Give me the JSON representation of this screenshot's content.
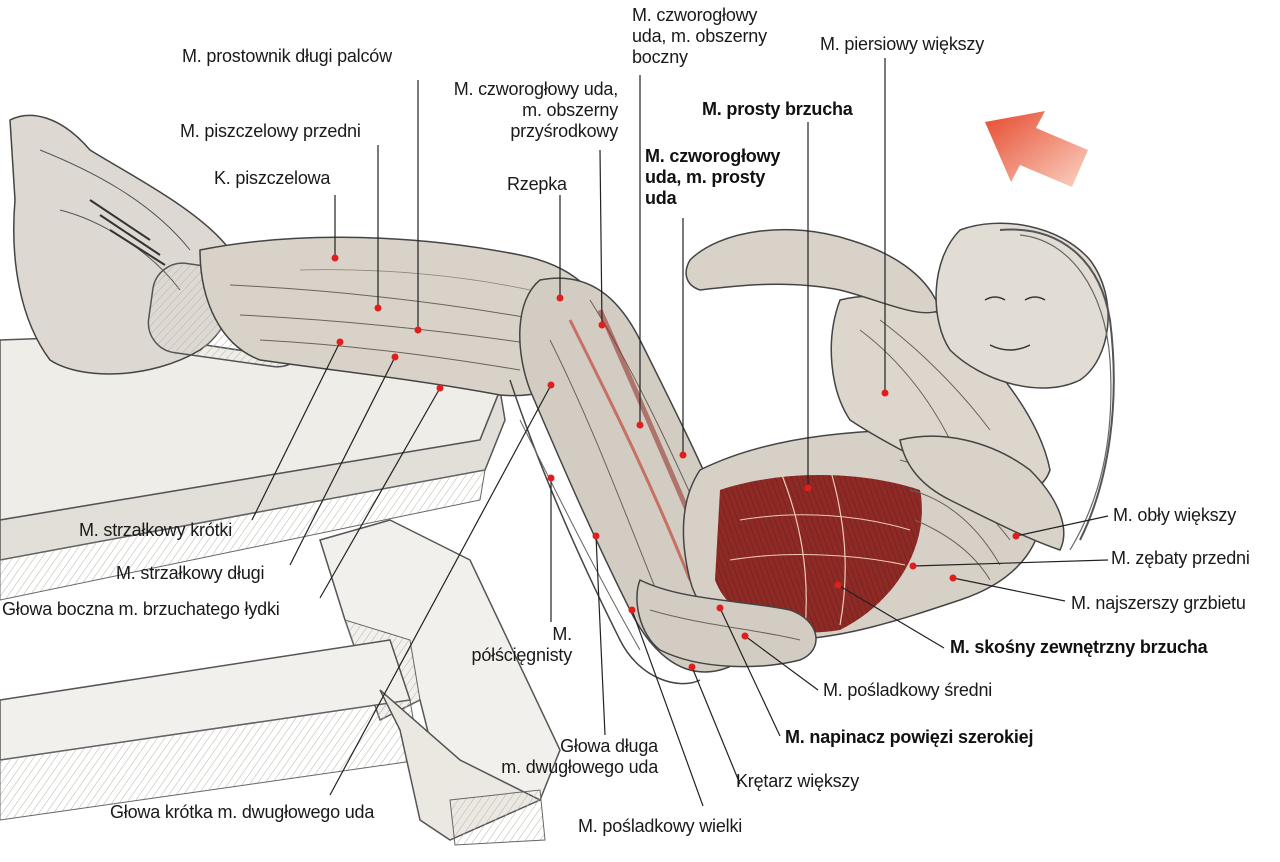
{
  "colors": {
    "muscle_red": "#8e2a26",
    "muscle_grey": "#c9c3ba",
    "leader_line": "#222222",
    "dot": "#e01e1e",
    "arrow": "#e8543a"
  },
  "icons": {
    "arrow": "red-direction-arrow-icon"
  },
  "labels": {
    "prostownik_dlugi_palcow": "M. prostownik długi palców",
    "piszczelowy_przedni": "M. piszczelowy przedni",
    "k_piszczelowa": "K. piszczelowa",
    "czworoglowy_przysrodkowy": "M. czworogłowy uda,\nm. obszerny\nprzyśrodkowy",
    "rzepka": "Rzepka",
    "czworoglowy_boczny": "M. czworogłowy\nuda, m. obszerny\nboczny",
    "piersiowy_wiekszy": "M. piersiowy większy",
    "prosty_brzucha": "M. prosty brzucha",
    "czworoglowy_prosty": "M. czworogłowy\nuda, m. prosty\nuda",
    "obly_wiekszy": "M. obły większy",
    "zebaty_przedni": "M. zębaty przedni",
    "najszerszy_grzbietu": "M. najszerszy grzbietu",
    "skosny_zewnetrzny": "M. skośny zewnętrzny brzucha",
    "posladkowy_sredni": "M. pośladkowy średni",
    "napinacz": "M. napinacz powięzi szerokiej",
    "kretarz": "Krętarz większy",
    "posladkowy_wielki": "M. pośladkowy wielki",
    "glowa_dluga": "Głowa długa\nm. dwugłowego uda",
    "polsciegnisty": "M.\npółścięgnisty",
    "glowa_krotka": "Głowa krótka m. dwugłowego uda",
    "glowa_boczna": "Głowa boczna m. brzuchatego łydki",
    "strzalkowy_dlugi": "M. strzałkowy długi",
    "strzalkowy_krotki": "M. strzałkowy krótki"
  }
}
